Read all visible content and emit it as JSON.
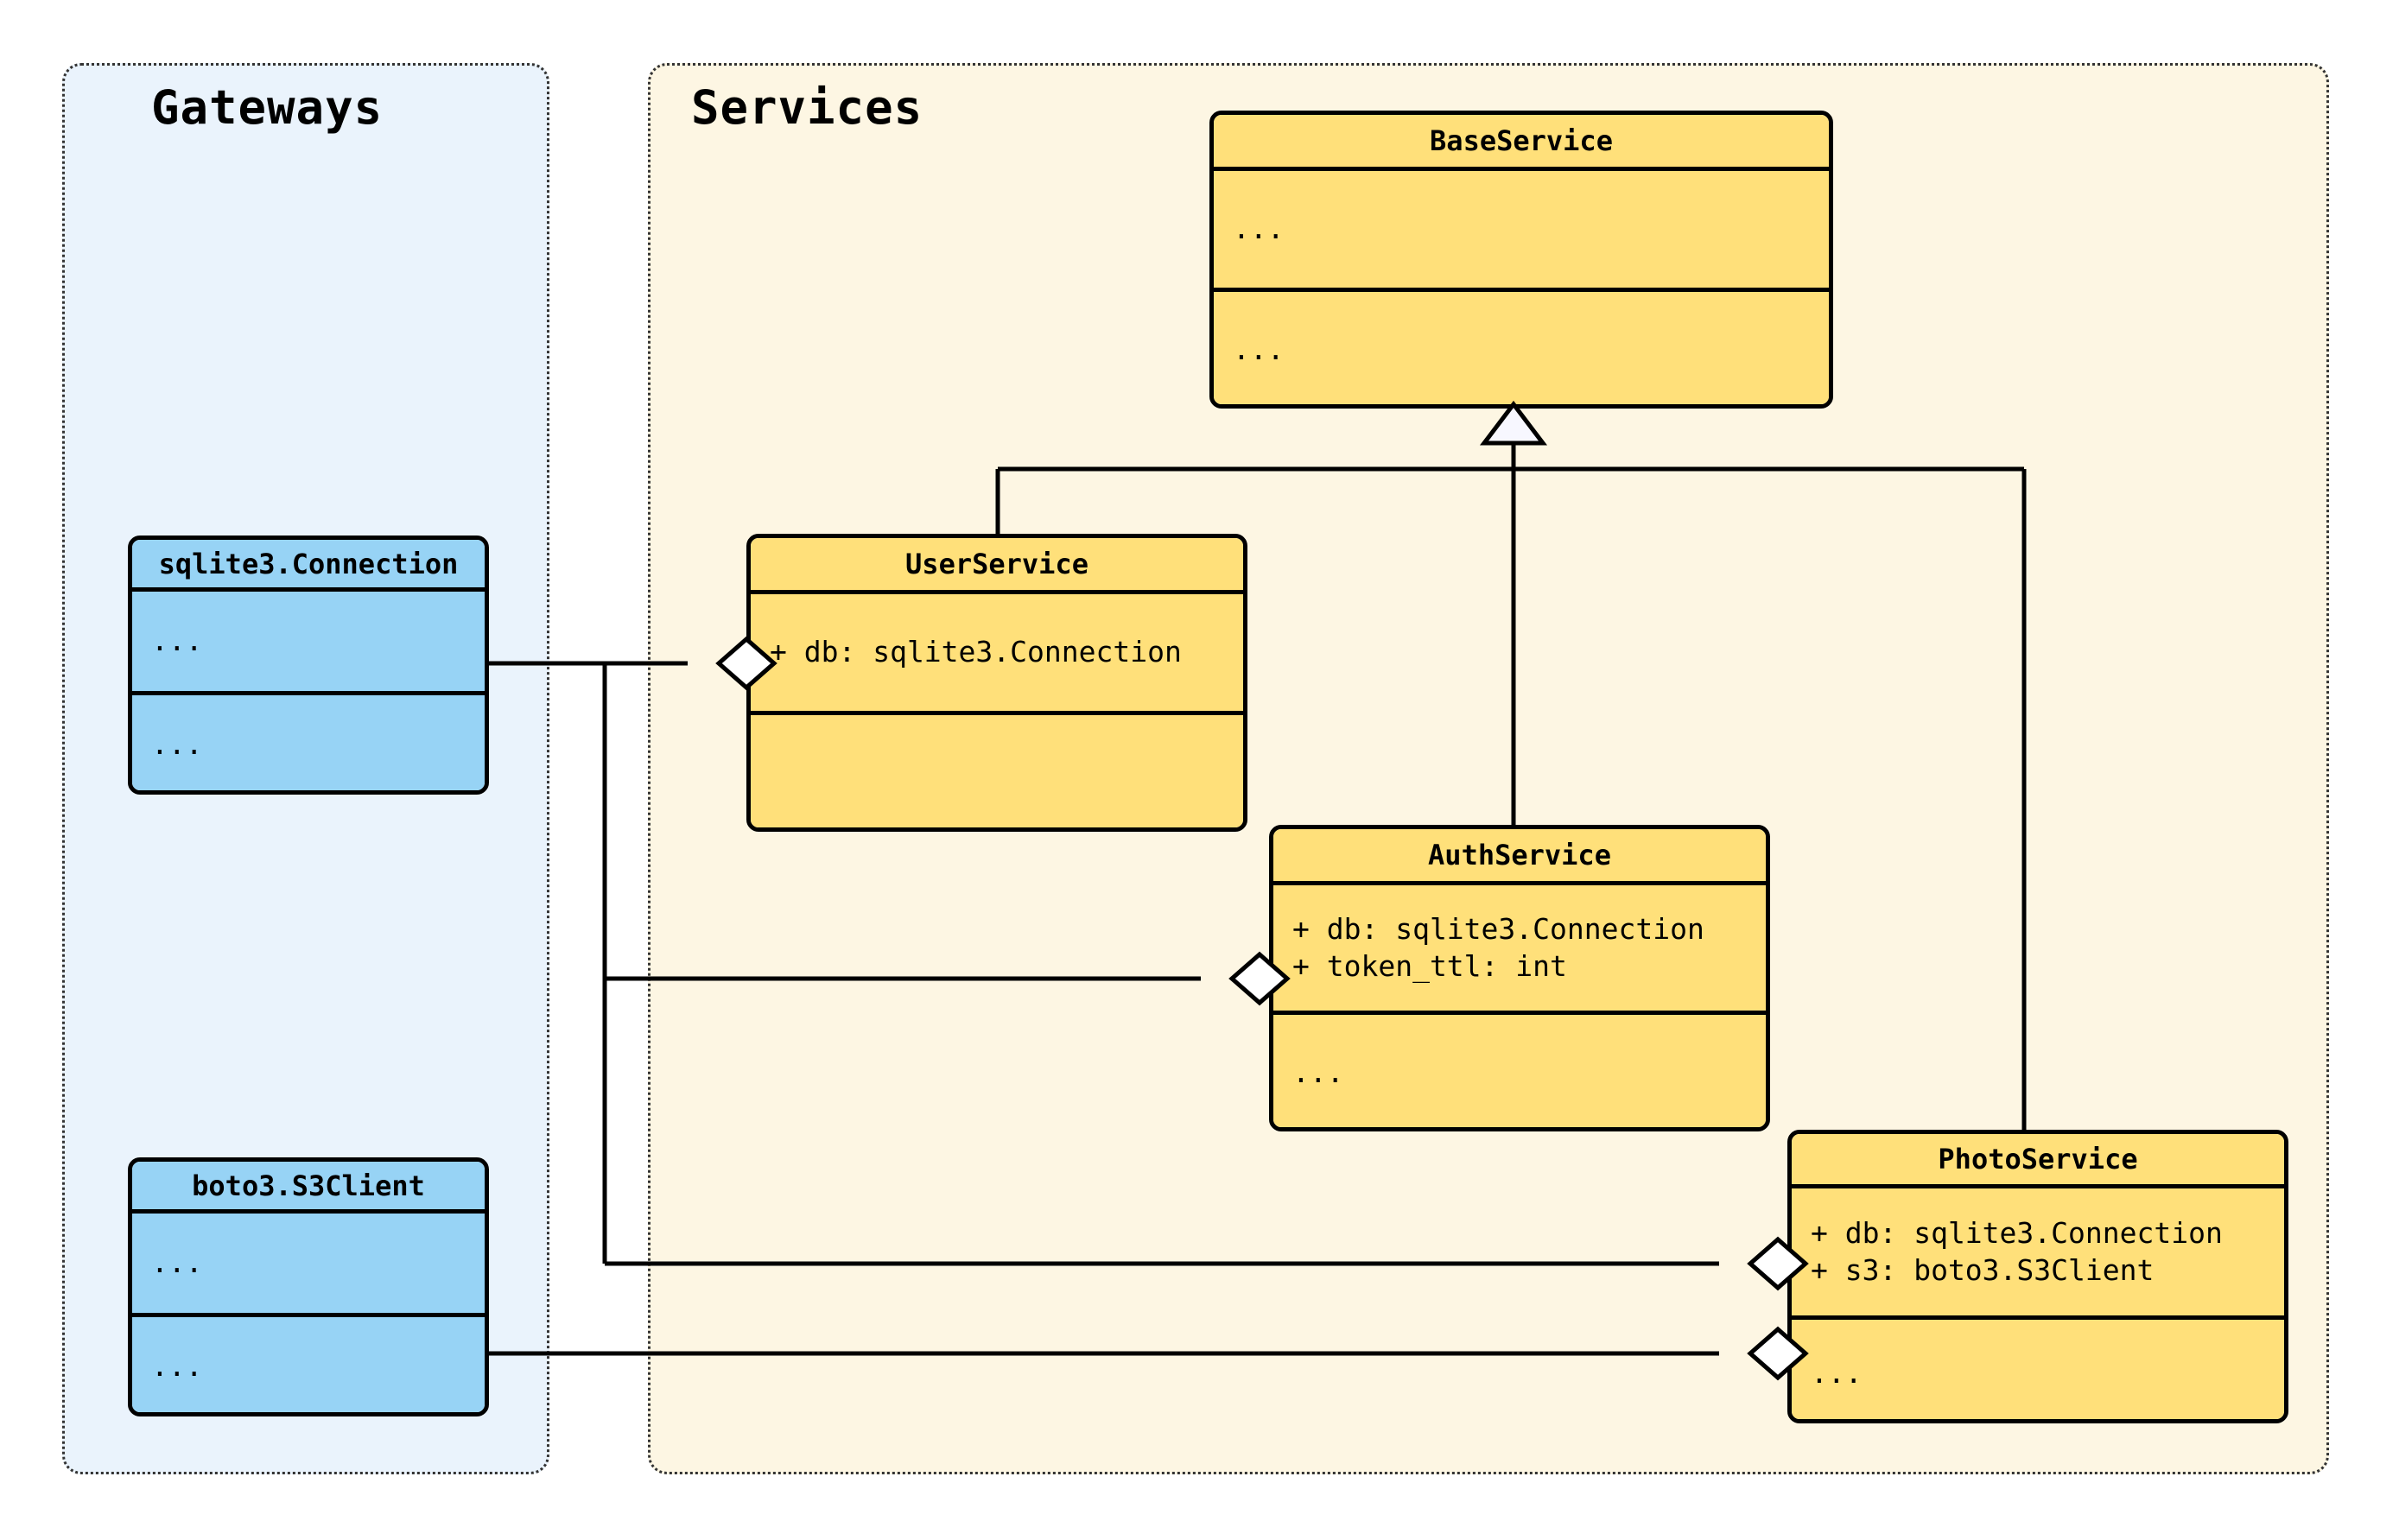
{
  "diagram": {
    "kind": "uml-class-diagram",
    "colors": {
      "service_fill": "#FFE07A",
      "gateway_fill": "#97D3F5",
      "services_panel_fill": "#FDF6E3",
      "gateways_panel_fill": "#EAF3FC",
      "stroke": "#000000",
      "panel_border": "#333333"
    }
  },
  "packages": [
    {
      "id": "gateways",
      "title": "Gateways"
    },
    {
      "id": "services",
      "title": "Services"
    }
  ],
  "classes": [
    {
      "id": "base-service",
      "name": "BaseService",
      "stereotype": "service",
      "attributes": [
        "..."
      ],
      "methods": [
        "..."
      ]
    },
    {
      "id": "user-service",
      "name": "UserService",
      "stereotype": "service",
      "attributes": [
        "+ db: sqlite3.Connection"
      ],
      "methods": [
        ""
      ]
    },
    {
      "id": "auth-service",
      "name": "AuthService",
      "stereotype": "service",
      "attributes": [
        "+ db: sqlite3.Connection",
        "+ token_ttl: int"
      ],
      "methods": [
        "..."
      ]
    },
    {
      "id": "photo-service",
      "name": "PhotoService",
      "stereotype": "service",
      "attributes": [
        "+ db: sqlite3.Connection",
        "+ s3: boto3.S3Client"
      ],
      "methods": [
        "..."
      ]
    },
    {
      "id": "sqlite-connection",
      "name": "sqlite3.Connection",
      "stereotype": "gateway",
      "attributes": [
        "..."
      ],
      "methods": [
        "..."
      ]
    },
    {
      "id": "boto3-s3client",
      "name": "boto3.S3Client",
      "stereotype": "gateway",
      "attributes": [
        "..."
      ],
      "methods": [
        "..."
      ]
    }
  ],
  "relationships": [
    {
      "id": "gen-user",
      "type": "generalization",
      "from": "UserService",
      "to": "BaseService"
    },
    {
      "id": "gen-auth",
      "type": "generalization",
      "from": "AuthService",
      "to": "BaseService"
    },
    {
      "id": "gen-photo",
      "type": "generalization",
      "from": "PhotoService",
      "to": "BaseService"
    },
    {
      "id": "agg-user-db",
      "type": "aggregation",
      "from": "sqlite3.Connection",
      "to": "UserService",
      "role": "db"
    },
    {
      "id": "agg-auth-db",
      "type": "aggregation",
      "from": "sqlite3.Connection",
      "to": "AuthService",
      "role": "db"
    },
    {
      "id": "agg-photo-db",
      "type": "aggregation",
      "from": "sqlite3.Connection",
      "to": "PhotoService",
      "role": "db"
    },
    {
      "id": "agg-photo-s3",
      "type": "aggregation",
      "from": "boto3.S3Client",
      "to": "PhotoService",
      "role": "s3"
    }
  ]
}
